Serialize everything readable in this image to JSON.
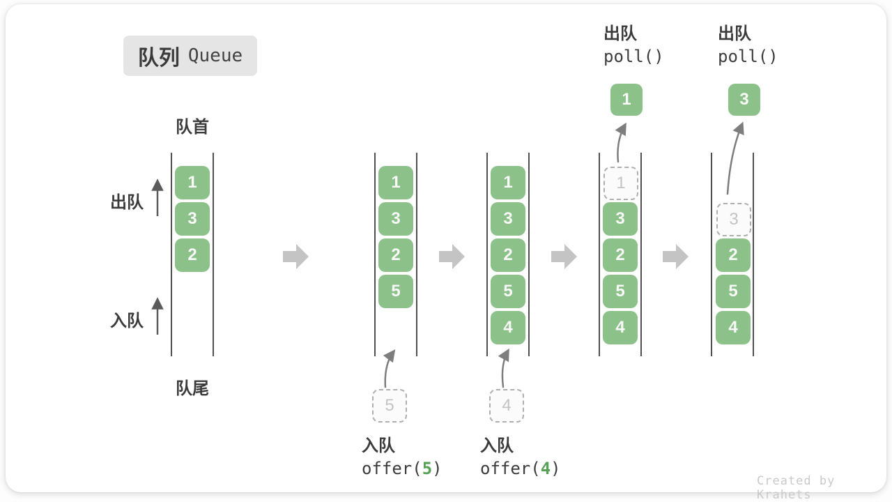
{
  "title": {
    "cn": "队列",
    "en": "Queue"
  },
  "labels": {
    "front": "队首",
    "rear": "队尾",
    "dequeue": "出队",
    "enqueue": "入队"
  },
  "watermark": "Created by Krahets",
  "colors": {
    "element_green": "#8cc18a",
    "code_arg_green": "#57a157",
    "wall_line": "#4f4f4f",
    "text_dark": "#3b3b3b",
    "step_arrow_gray": "#c4c4c4",
    "flow_arrow_gray": "#7d7d7d",
    "ghost_border": "#aeaeae",
    "ghost_text": "#c3c3c3",
    "title_badge_bg": "#e5e5e5"
  },
  "states": [
    {
      "slots": [
        "1",
        "3",
        "2"
      ]
    },
    {
      "slots": [
        "1",
        "3",
        "2",
        "5"
      ],
      "incoming": "5",
      "op_cn": "入队",
      "op_pre": "offer(",
      "op_arg": "5",
      "op_post": ")"
    },
    {
      "slots": [
        "1",
        "3",
        "2",
        "5",
        "4"
      ],
      "incoming": "4",
      "op_cn": "入队",
      "op_pre": "offer(",
      "op_arg": "4",
      "op_post": ")"
    },
    {
      "ghost": "1",
      "slots": [
        "3",
        "2",
        "5",
        "4"
      ],
      "polled": "1",
      "op_cn": "出队",
      "op_code": "poll()"
    },
    {
      "ghost": "3",
      "slots": [
        "2",
        "5",
        "4"
      ],
      "polled": "3",
      "op_cn": "出队",
      "op_code": "poll()"
    }
  ]
}
